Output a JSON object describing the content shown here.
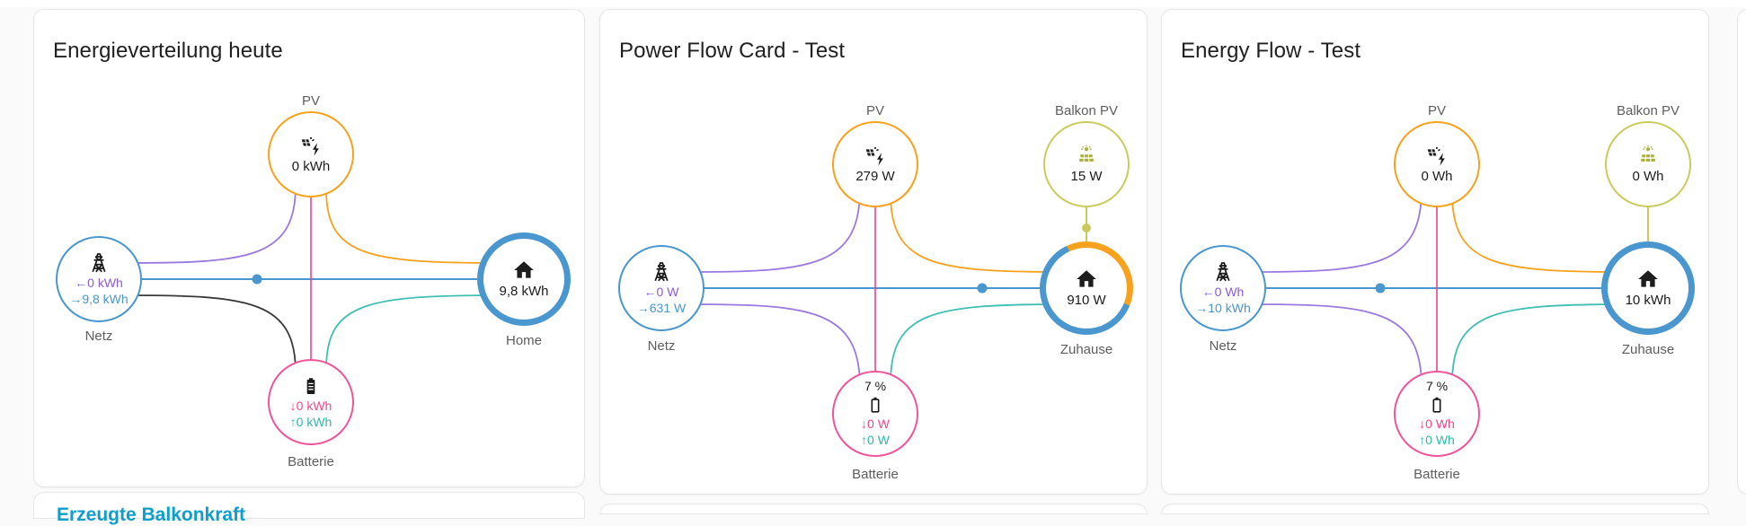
{
  "page": {
    "background": "#fafafa"
  },
  "colors": {
    "orange": "#F6A21E",
    "blue": "#4A96CE",
    "purple": "#8A5CD6",
    "pink": "#F0559A",
    "teal": "#2EB8A8",
    "olive": "#C9CC5D",
    "black_line": "#3a3a3a",
    "label_gray": "#5e5e5e"
  },
  "cards": [
    {
      "title": "Energieverteilung heute",
      "pv": {
        "label": "PV",
        "value": "0 kWh"
      },
      "grid": {
        "label": "Netz",
        "export": "←0 kWh",
        "import": "→9,8 kWh"
      },
      "home": {
        "label": "Home",
        "value": "9,8 kWh"
      },
      "battery": {
        "label": "Batterie",
        "discharge": "↓0 kWh",
        "charge": "↑0 kWh"
      }
    },
    {
      "title": "Power Flow Card - Test",
      "pv": {
        "label": "PV",
        "value": "279 W"
      },
      "balkon": {
        "label": "Balkon PV",
        "value": "15 W"
      },
      "grid": {
        "label": "Netz",
        "export": "←0 W",
        "import": "→631 W"
      },
      "home": {
        "label": "Zuhause",
        "value": "910 W"
      },
      "battery": {
        "label": "Batterie",
        "soc": "7 %",
        "discharge": "↓0 W",
        "charge": "↑0 W"
      }
    },
    {
      "title": "Energy Flow - Test",
      "pv": {
        "label": "PV",
        "value": "0 Wh"
      },
      "balkon": {
        "label": "Balkon PV",
        "value": "0 Wh"
      },
      "grid": {
        "label": "Netz",
        "export": "←0 Wh",
        "import": "→10 kWh"
      },
      "home": {
        "label": "Zuhause",
        "value": "10 kWh"
      },
      "battery": {
        "label": "Batterie",
        "soc": "7 %",
        "discharge": "↓0 Wh",
        "charge": "↑0 Wh"
      }
    }
  ],
  "partial_card": {
    "text": "Erzeugte Balkonkraft"
  }
}
